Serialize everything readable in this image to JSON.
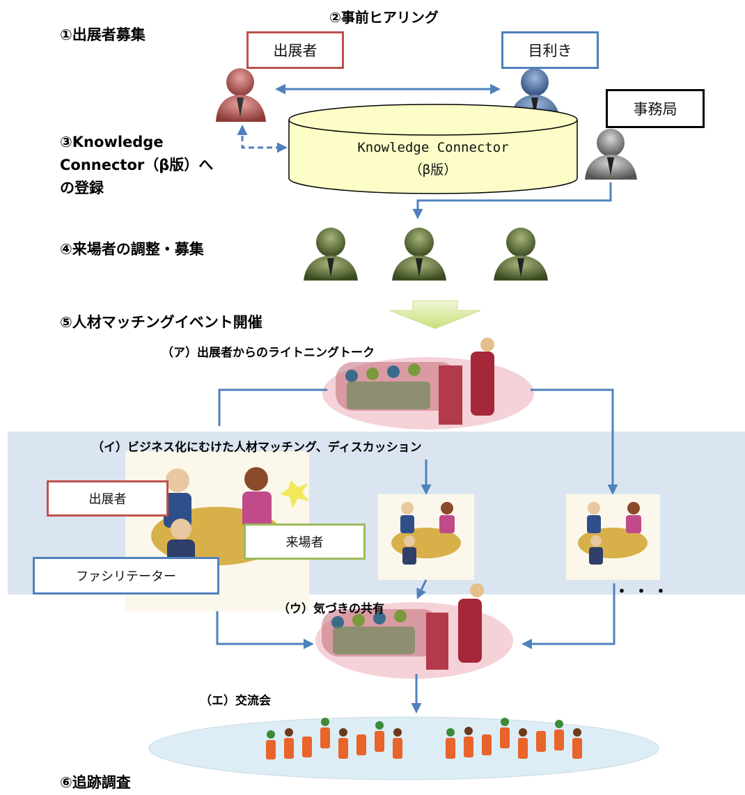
{
  "steps": {
    "s1": "①出展者募集",
    "s2": "②事前ヒアリング",
    "s3": [
      "③Knowledge",
      "Connector（β版）へ",
      "の登録"
    ],
    "s4": "④来場者の調整・募集",
    "s5": "⑤人材マッチングイベント開催",
    "s6": "⑥追跡調査"
  },
  "roles": {
    "exhibitor": "出展者",
    "evaluator": "目利き",
    "office": "事務局",
    "visitor": "来場者",
    "facilitator": "ファシリテーター"
  },
  "database": {
    "line1": "Knowledge Connector",
    "line2": "（β版）"
  },
  "sub": {
    "a": "（ア）出展者からのライトニングトーク",
    "i": "（イ）ビジネス化にむけた人材マッチング、ディスカッション",
    "u": "（ウ）気づきの共有",
    "e": "（エ）交流会"
  },
  "ellipsis": "・・・",
  "colors": {
    "exhibitor": "#c0504d",
    "evaluator": "#4f81bd",
    "office": "#000000",
    "visitor": "#9bbb59",
    "arrow": "#4f81bd",
    "band": "#dbe5f1",
    "cylinder": "#fdfdc8"
  }
}
